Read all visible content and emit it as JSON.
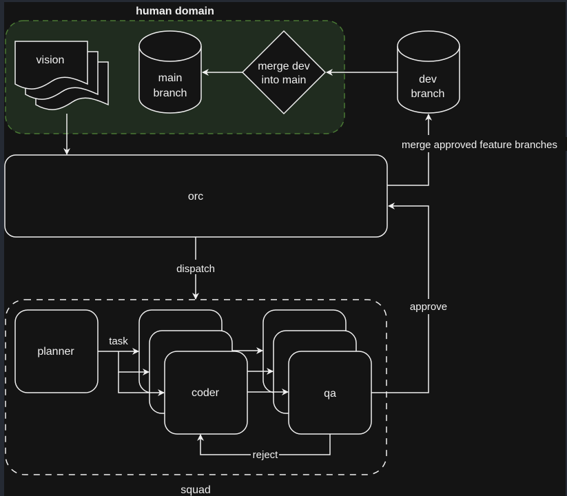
{
  "diagram": {
    "colors": {
      "background": "#141414",
      "stroke": "#f0f0f0",
      "human_domain_fill": "#202c1f",
      "human_domain_border": "#4a7a34"
    },
    "groups": {
      "human_domain": "human domain",
      "squad": "squad"
    },
    "nodes": {
      "vision": "vision",
      "main_branch_line1": "main",
      "main_branch_line2": "branch",
      "merge_line1": "merge dev",
      "merge_line2": "into main",
      "dev_branch_line1": "dev",
      "dev_branch_line2": "branch",
      "orc": "orc",
      "planner": "planner",
      "coder": "coder",
      "qa": "qa"
    },
    "edges": {
      "merge_approved": "merge approved feature branches",
      "dispatch": "dispatch",
      "task": "task",
      "approve": "approve",
      "reject": "reject"
    }
  }
}
